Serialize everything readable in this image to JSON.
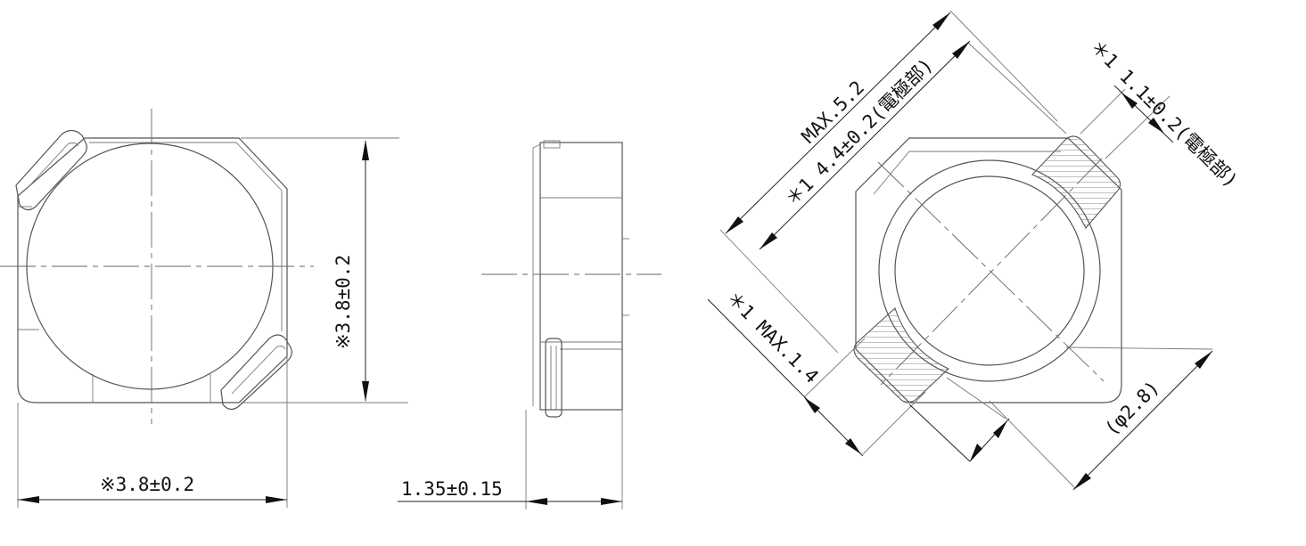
{
  "views": {
    "top": {
      "width_dim": "※3.8±0.2",
      "height_dim": "※3.8±0.2"
    },
    "side": {
      "thickness_dim": "1.35±0.15"
    },
    "bottom": {
      "max_outline_dim": "MAX.5.2",
      "electrode_span_dim": "＊1 4.4±0.2(電極部)",
      "electrode_width_dim": "＊1 1.1±0.2(電極部)",
      "electrode_max_dim": "＊1 MAX.1.4",
      "diameter_dim": "(φ2.8)"
    }
  },
  "colors": {
    "outline": "#555555",
    "dimension": "#222222"
  }
}
